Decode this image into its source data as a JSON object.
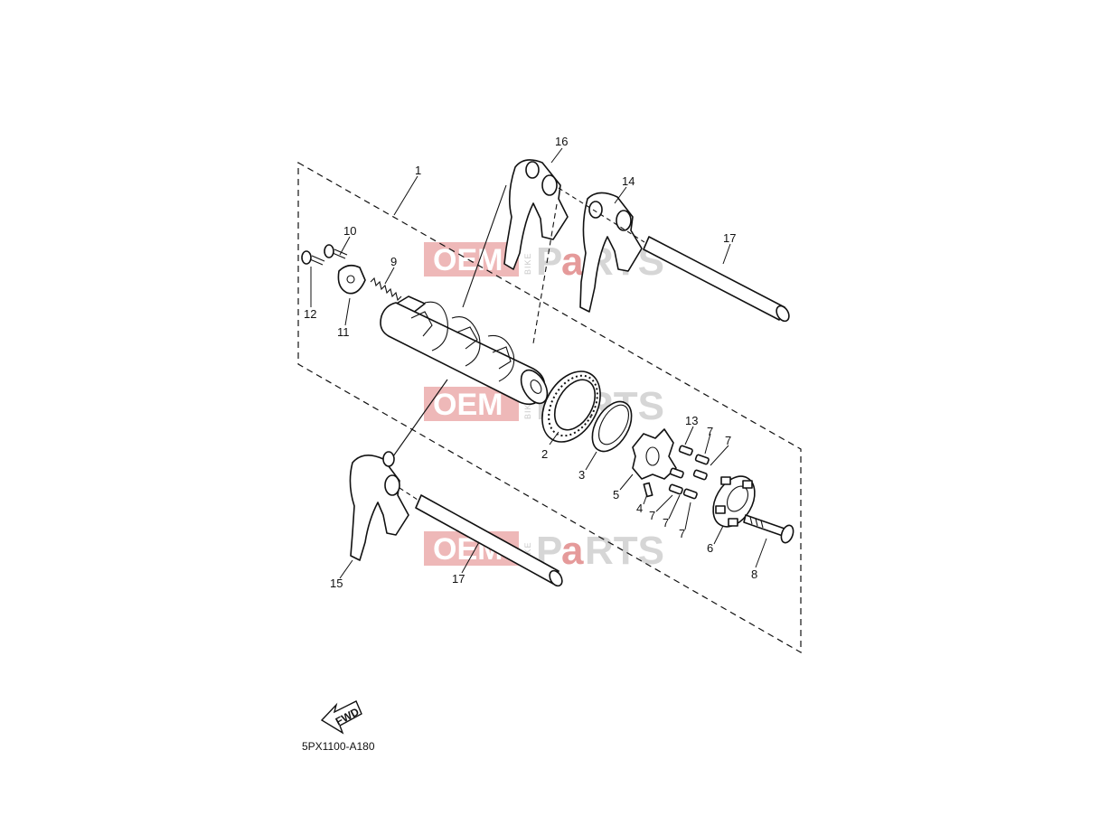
{
  "diagram": {
    "part_labels": [
      "1",
      "2",
      "3",
      "4",
      "5",
      "6",
      "7",
      "7",
      "7",
      "7",
      "7",
      "8",
      "9",
      "10",
      "11",
      "12",
      "13",
      "14",
      "15",
      "16",
      "17",
      "17"
    ],
    "diagram_code": "5PX1100-A180",
    "direction_label": "FWD"
  },
  "watermark": {
    "oem": "OEM",
    "bike": "BIKE",
    "parts_p": "P",
    "parts_a": "a",
    "parts_rts": "RTS"
  }
}
